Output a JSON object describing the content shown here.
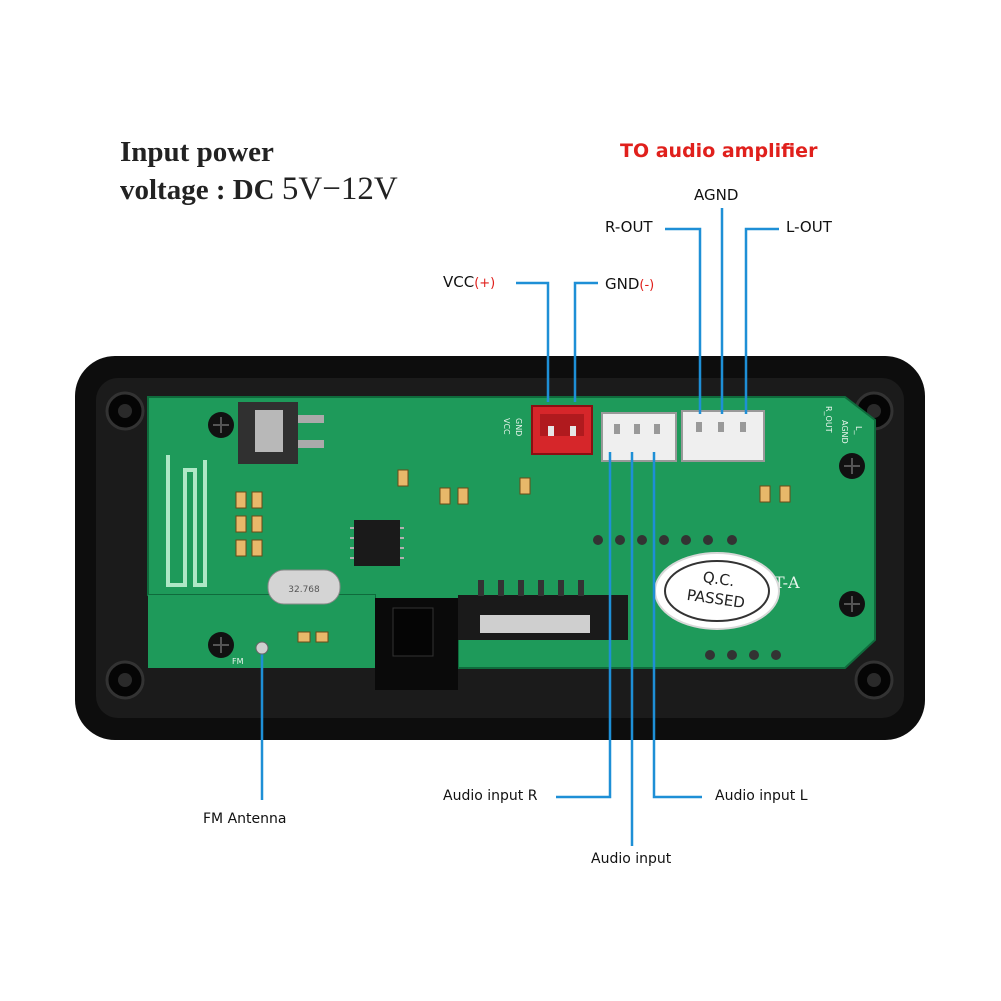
{
  "title": {
    "line1": "Input power",
    "line2_prefix": "voltage : DC",
    "line2_value": "5V−12V"
  },
  "amplifier_heading": "TO audio amplifier",
  "pins": {
    "agnd": "AGND",
    "r_out": "R-OUT",
    "l_out": "L-OUT",
    "vcc": "VCC",
    "vcc_sign": "(+)",
    "gnd": "GND",
    "gnd_sign": "(-)"
  },
  "callouts": {
    "fm_antenna": "FM Antenna",
    "audio_input_r": "Audio input R",
    "audio_input_l": "Audio input L",
    "audio_input": "Audio input"
  },
  "board": {
    "qc_line1": "Q.C.",
    "qc_line2": "PASSED",
    "silk_vcc": "VCC",
    "silk_gnd": "GND",
    "silk_r_out": "R_OUT",
    "silk_agnd": "AGND",
    "silk_l": "L_",
    "silk_fm": "FM",
    "silk_ta": "T-A",
    "crystal": "32.768"
  },
  "colors": {
    "callout_line": "#1e8fd6",
    "accent_red": "#e0201c",
    "pcb_green": "#1e9a5a",
    "case_black": "#0d0d0d"
  }
}
